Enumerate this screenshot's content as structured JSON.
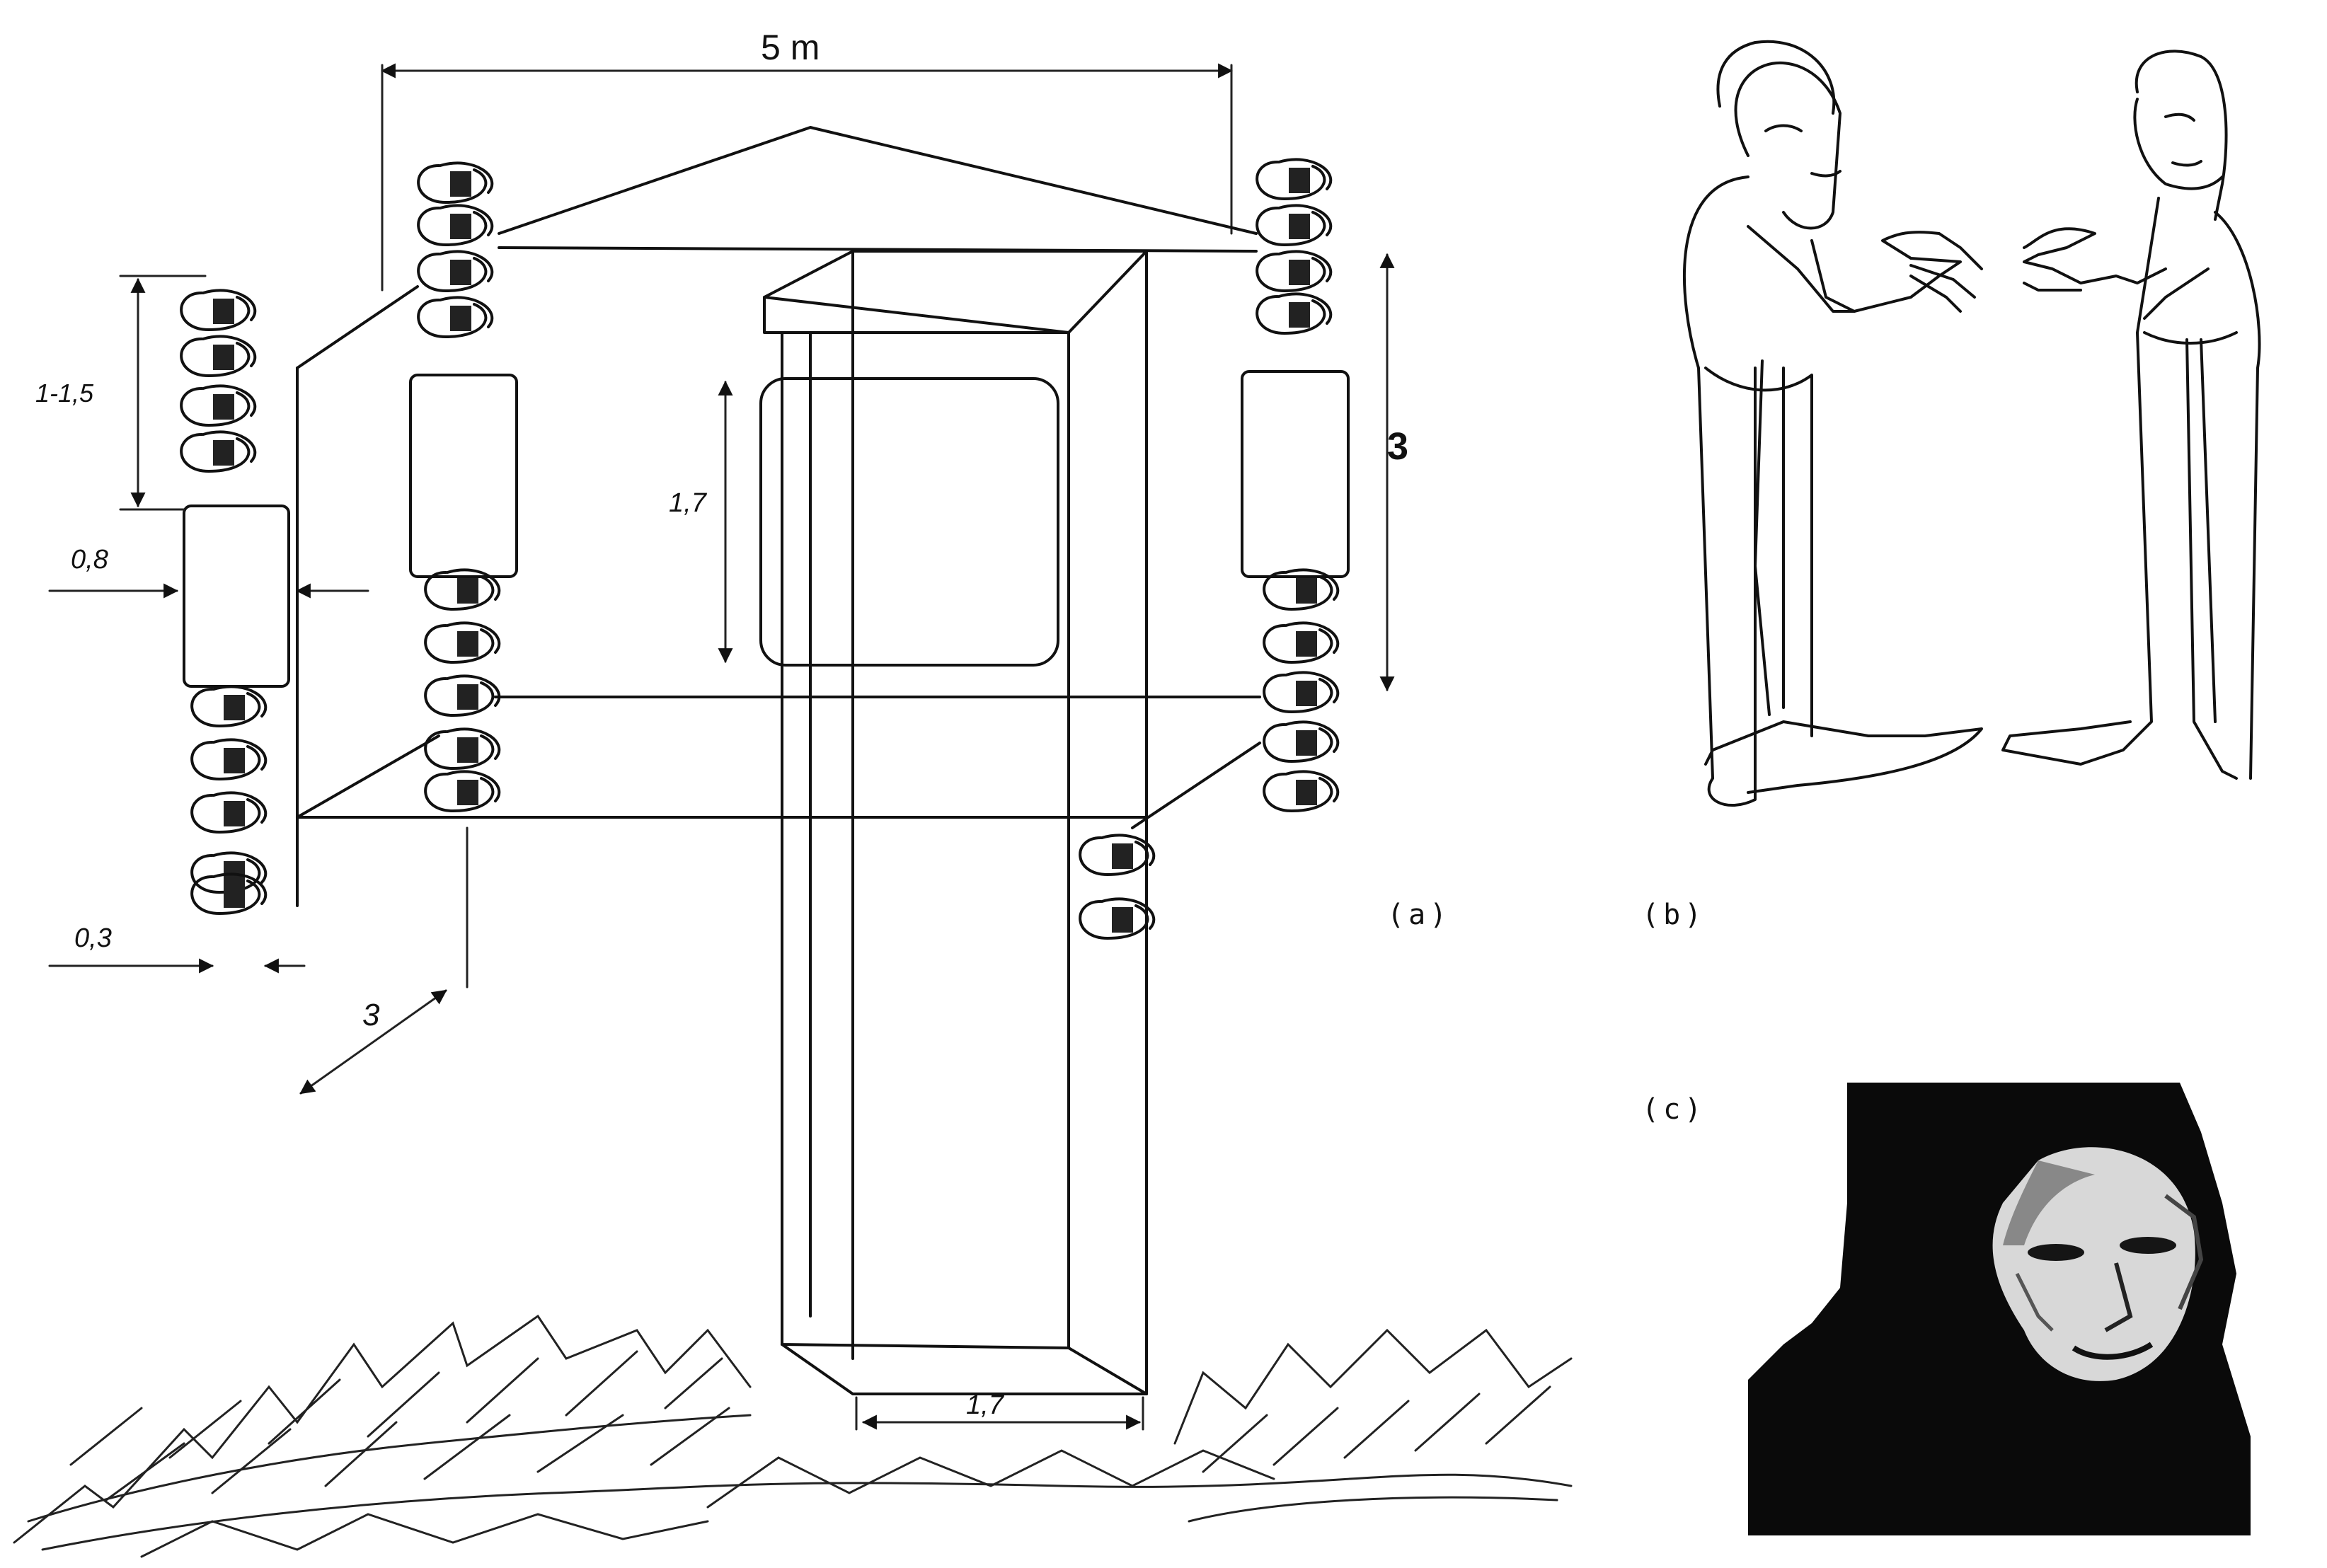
{
  "figure_a": {
    "caption": "(a)",
    "dim_width_top": "5 m",
    "dim_coil_length": "1-1,5",
    "dim_cylinder_diameter": "0,8",
    "dim_wire_diameter": "0,3",
    "dim_depth": "3",
    "dim_height_right": "3",
    "dim_window_height": "1,7",
    "dim_base_width": "1,7"
  },
  "figure_b": {
    "caption": "(b)"
  },
  "figure_c": {
    "caption": "(c)"
  },
  "colors": {
    "ink": "#111111",
    "paper": "#ffffff",
    "photo_dark": "#0a0a0a"
  }
}
